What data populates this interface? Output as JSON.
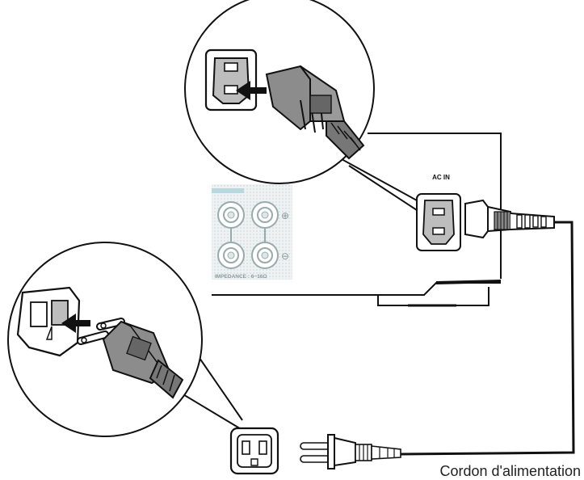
{
  "labels": {
    "ac_in": "AC IN",
    "impedance": "IMPEDANCE : 6~16Ω",
    "speaker_plus": "⊕",
    "speaker_minus": "⊖",
    "cord_caption": "Cordon d'alimentation"
  },
  "colors": {
    "line": "#111111",
    "plug_body": "#8c8c8c",
    "plug_dark": "#555555",
    "socket_fill": "#bdbdbd",
    "panel_fill": "#eef2f3",
    "panel_accent": "#b9d7df",
    "arrow": "#111111"
  },
  "icons": {
    "iec_connector": "iec-c13-connector-icon",
    "iec_inlet": "iec-c14-inlet-icon",
    "wall_outlet": "wall-outlet-icon",
    "wall_plug": "two-prong-plug-icon",
    "insert_arrow": "arrow-right-icon"
  }
}
